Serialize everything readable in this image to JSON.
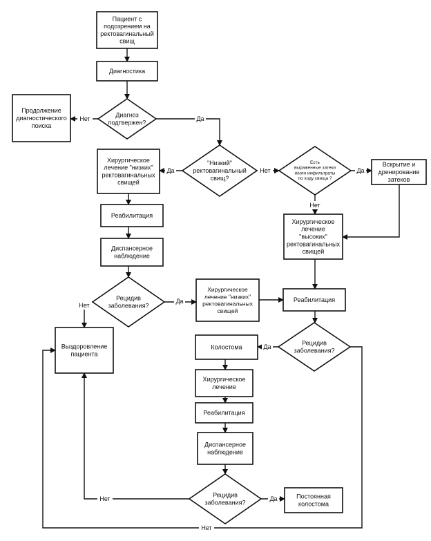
{
  "nodes": {
    "patient": {
      "lines": [
        "Пациент с",
        "подозрением на",
        "ректовагинальный",
        "свищ"
      ]
    },
    "diagnostics": {
      "lines": [
        "Диагностика"
      ]
    },
    "diag_confirmed": {
      "lines": [
        "Диагноз",
        "подтвержен?"
      ]
    },
    "continue_search": {
      "lines": [
        "Продолжение",
        "диагностического",
        "поиска"
      ]
    },
    "low_fistula": {
      "lines": [
        "\"Низкий\"",
        "ректовагинальный",
        "свищ?"
      ]
    },
    "surgery_low_1": {
      "lines": [
        "Хирургическое",
        "лечение  \"низких\"",
        "ректовагинальных",
        "свищей"
      ]
    },
    "rehab_1": {
      "lines": [
        "Реабилитация"
      ]
    },
    "dispensary_1": {
      "lines": [
        "Диспансерное",
        "наблюдение"
      ]
    },
    "relapse_1": {
      "lines": [
        "Рецидив",
        "заболевания?"
      ]
    },
    "recovery": {
      "lines": [
        "Выздоровление",
        "пациента"
      ]
    },
    "surgery_low_2": {
      "lines": [
        "Хирургическое",
        "лечение  \"низких\"",
        "ректовагинальных",
        "свищей"
      ]
    },
    "infiltrates": {
      "lines": [
        "Есть",
        "выраженные затеки",
        "и/или инфильтраты",
        "по ходу свища ?"
      ]
    },
    "drainage": {
      "lines": [
        "Вскрытие и",
        "дренирование",
        "затеков"
      ]
    },
    "surgery_high": {
      "lines": [
        "Хирургическое",
        "лечение",
        "\"высоких\"",
        "ректовагинальных",
        "свищей"
      ]
    },
    "rehab_2": {
      "lines": [
        "Реабилитация"
      ]
    },
    "relapse_2": {
      "lines": [
        "Рецидив",
        "заболевания?"
      ]
    },
    "colostomy": {
      "lines": [
        "Колостома"
      ]
    },
    "surgery_3": {
      "lines": [
        "Хирургическое",
        "лечение"
      ]
    },
    "rehab_3": {
      "lines": [
        "Реабилитация"
      ]
    },
    "dispensary_3": {
      "lines": [
        "Диспансерное",
        "наблюдение"
      ]
    },
    "relapse_3": {
      "lines": [
        "Рецидив",
        "заболевания?"
      ]
    },
    "permanent_colostomy": {
      "lines": [
        "Постоянная",
        "колостома"
      ]
    }
  },
  "edge_labels": {
    "confirmed_no": "Нет",
    "confirmed_yes": "Да",
    "low_yes": "Да",
    "low_no": "Нет",
    "infiltrates_yes": "Да",
    "infiltrates_no": "Нет",
    "relapse1_no": "Нет",
    "relapse1_yes": "Да",
    "relapse2_yes": "Да",
    "relapse3_no": "Нет",
    "relapse3_yes": "Да",
    "relapse2_no": "Нет"
  }
}
